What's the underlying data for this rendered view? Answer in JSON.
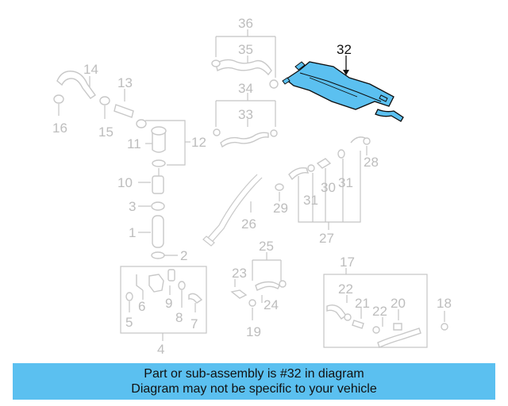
{
  "diagram": {
    "highlighted_part": "32",
    "labels": [
      "1",
      "2",
      "3",
      "4",
      "5",
      "6",
      "7",
      "8",
      "9",
      "10",
      "11",
      "12",
      "13",
      "14",
      "15",
      "16",
      "17",
      "18",
      "19",
      "20",
      "21",
      "22",
      "22",
      "23",
      "24",
      "25",
      "26",
      "27",
      "28",
      "29",
      "30",
      "31",
      "32",
      "33",
      "34",
      "35",
      "36"
    ]
  },
  "caption": {
    "line1": "Part or sub-assembly is #32 in diagram",
    "line2": "Diagram may not be specific to your vehicle",
    "background": "#5bc0f0"
  },
  "colors": {
    "part_gray": "#c8c8c8",
    "highlight_blue": "#5bc0f0",
    "label_dark": "#111111"
  }
}
